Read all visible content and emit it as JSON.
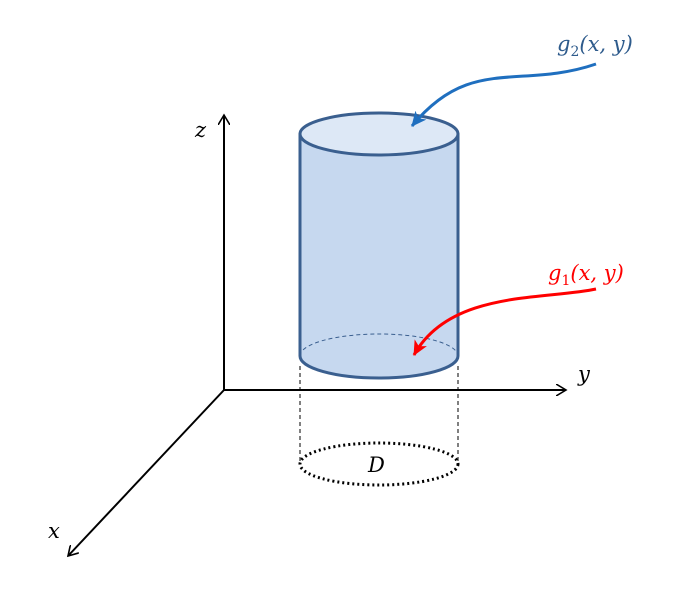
{
  "labels": {
    "x_axis": "x",
    "y_axis": "y",
    "z_axis": "z",
    "region": "D",
    "top_surface": "g",
    "top_subscript": "2",
    "top_args": "(x, y)",
    "bottom_surface": "g",
    "bottom_subscript": "1",
    "bottom_args": "(x, y)"
  },
  "colors": {
    "axes": "#000000",
    "cylinder_fill": "#c6d8ef",
    "cylinder_top_fill": "#dde8f6",
    "cylinder_stroke": "#3a5f8f",
    "top_arrow": "#1f6fbf",
    "top_label": "#2e5b8c",
    "bottom_arrow": "#ff0000",
    "bottom_label": "#ff0000",
    "region_outline": "#000000"
  }
}
